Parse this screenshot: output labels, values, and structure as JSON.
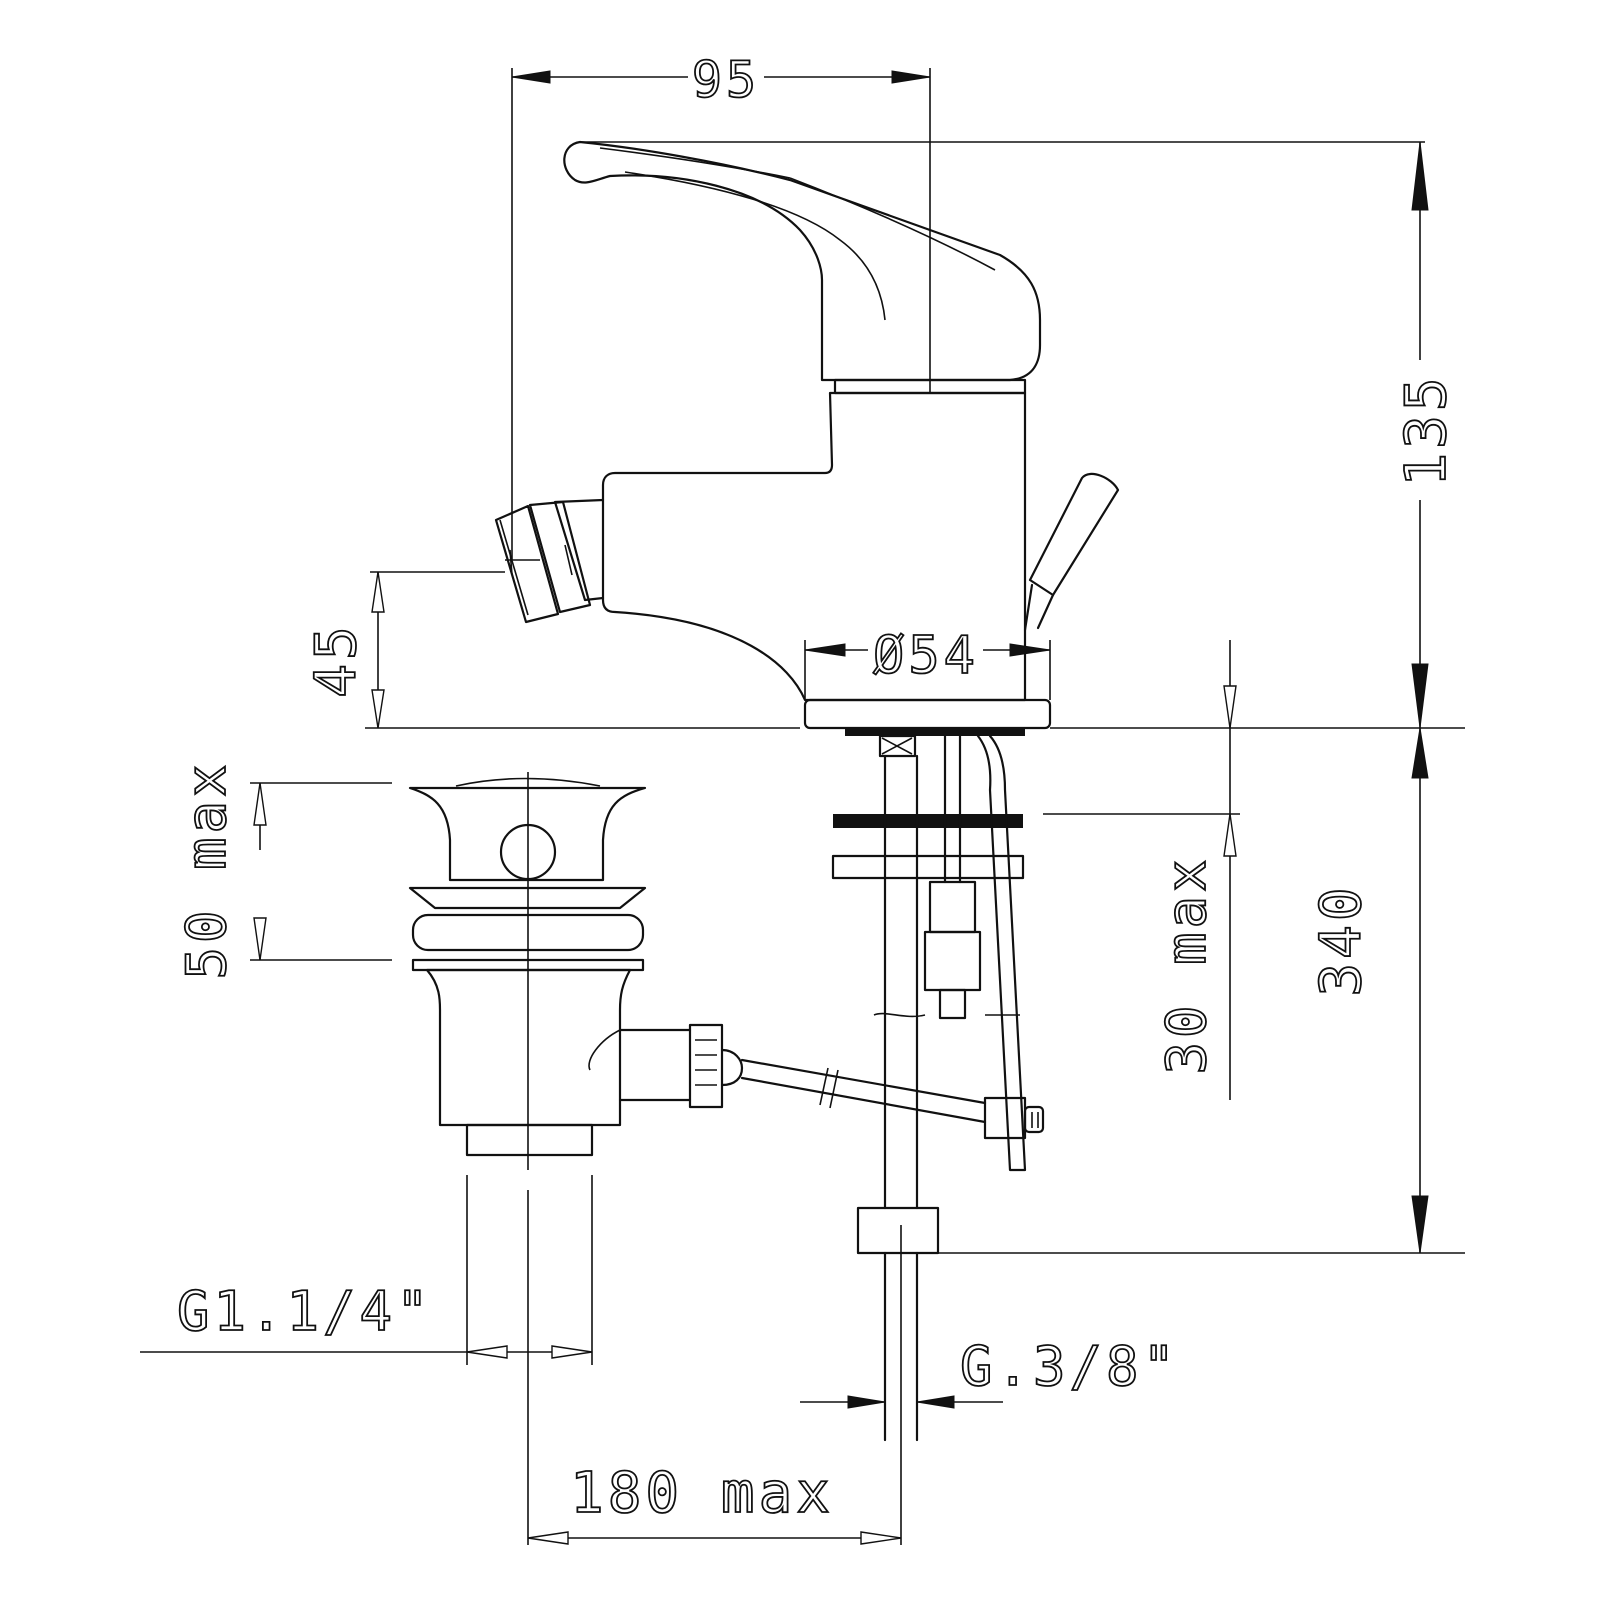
{
  "drawing": {
    "dimensions": {
      "top_width": "95",
      "total_height": "135",
      "spout_height": "45",
      "base_diameter": "Ø54",
      "pop_up_stroke": "50 max",
      "deck_thickness": "30 max",
      "hose_length": "340",
      "waste_thread": "G1.1/4\"",
      "supply_thread": "G.3/8\"",
      "waste_distance": "180 max"
    }
  }
}
